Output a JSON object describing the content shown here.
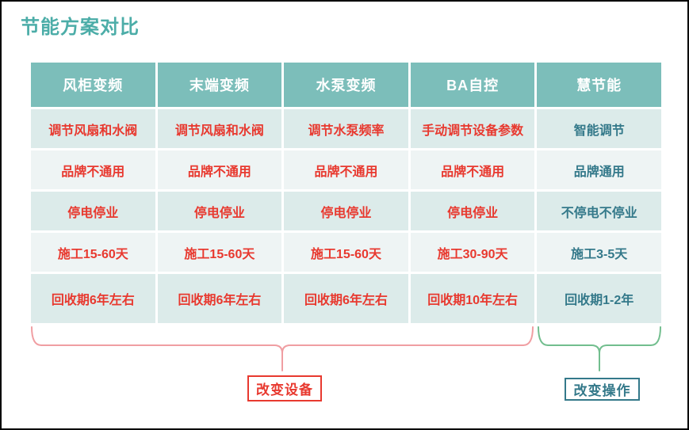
{
  "title": "节能方案对比",
  "table": {
    "columns": [
      "风柜变频",
      "末端变频",
      "水泵变频",
      "BA自控",
      "慧节能"
    ],
    "rows": [
      [
        "调节风扇和水阀",
        "调节风扇和水阀",
        "调节水泵频率",
        "手动调节设备参数",
        "智能调节"
      ],
      [
        "品牌不通用",
        "品牌不通用",
        "品牌不通用",
        "品牌不通用",
        "品牌通用"
      ],
      [
        "停电停业",
        "停电停业",
        "停电停业",
        "停电停业",
        "不停电不停业"
      ],
      [
        "施工15-60天",
        "施工15-60天",
        "施工15-60天",
        "施工30-90天",
        "施工3-5天"
      ],
      [
        "回收期6年左右",
        "回收期6年左右",
        "回收期6年左右",
        "回收期10年左右",
        "回收期1-2年"
      ]
    ]
  },
  "annotations": {
    "devices_label": "改变设备",
    "operations_label": "改变操作"
  },
  "colors": {
    "title_color": "#4cada8",
    "header_bg": "#7cbeba",
    "row_odd": "#dcebea",
    "row_even": "#eef4f4",
    "red_text": "#e8392f",
    "teal_text": "#34798a",
    "brace_red": "#f09ea2",
    "brace_green": "#72be8e"
  }
}
